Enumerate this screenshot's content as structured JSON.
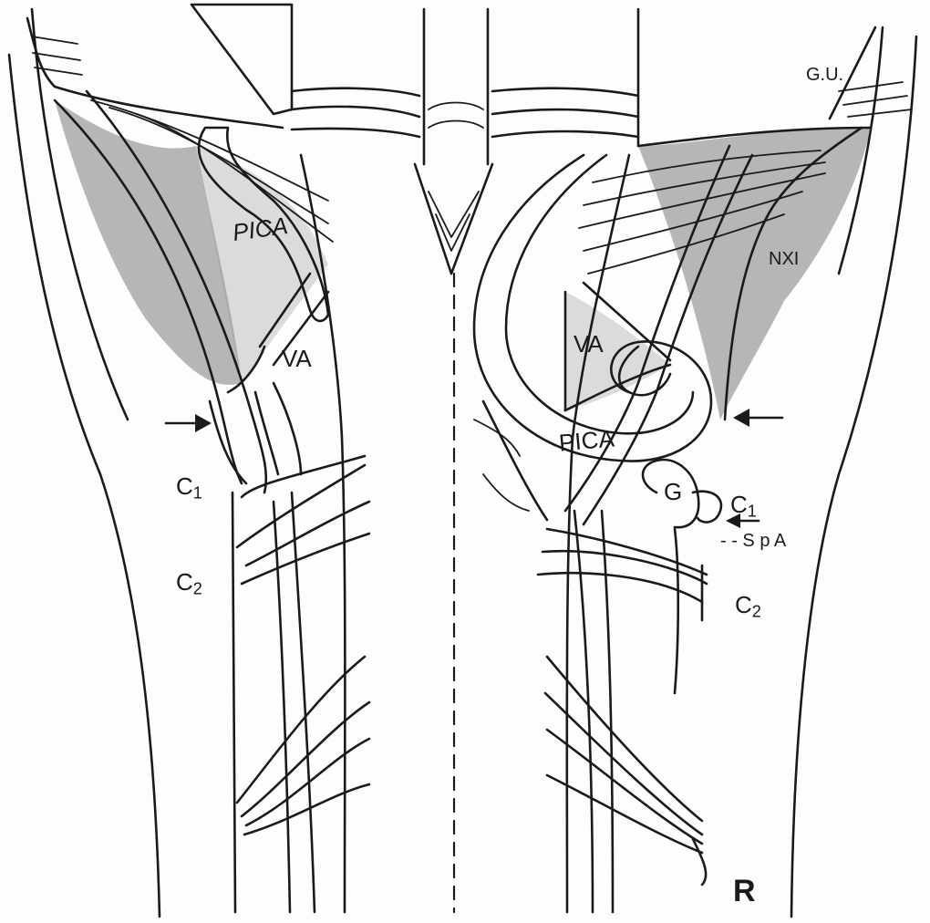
{
  "labels": {
    "gu": "G.U.",
    "pica_left": "PICA",
    "pica_right": "PICA",
    "va_left": "VA",
    "va_right": "VA",
    "nxi": "NXI",
    "g": "G",
    "c1_left_main": "C",
    "c1_left_sub": "1",
    "c2_left_main": "C",
    "c2_left_sub": "2",
    "c1_right_main": "C",
    "c1_right_sub": "1",
    "c2_right_main": "C",
    "c2_right_sub": "2",
    "spa": "- - S p A",
    "r": "R"
  },
  "icons": {
    "arrow_left_side": "arrow-right-icon",
    "arrow_right_side": "arrow-left-icon",
    "arrow_spa": "arrow-left-icon"
  },
  "colors": {
    "ink": "#1a1a1a",
    "paper": "#fdfdfb",
    "shading": "#7c7c7c"
  }
}
